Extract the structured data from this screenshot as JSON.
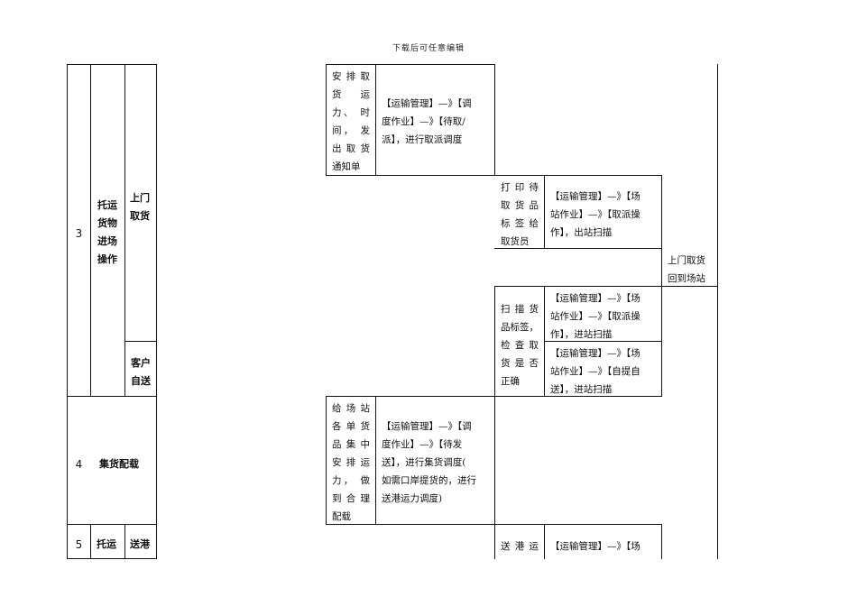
{
  "header": {
    "title": "下载后可任意编辑"
  },
  "rows": {
    "r3": {
      "num": "3",
      "category": [
        "托运",
        "货物",
        "进场",
        "操作"
      ],
      "sub1": [
        "上门",
        "取货"
      ],
      "sub2": [
        "客户",
        "自送"
      ]
    },
    "r4": {
      "num": "4",
      "category": "集货配载"
    },
    "r5": {
      "num": "5",
      "category": "托运",
      "sub": "送港"
    }
  },
  "steps": {
    "s1": {
      "action": [
        "安 排 取",
        "货 运",
        "力、 时",
        "间， 发",
        "出 取 货",
        "通知单"
      ],
      "path": [
        "【运输管理】—》【调",
        "度作业】—》【待取/",
        "派】，进行取派调度"
      ]
    },
    "s2": {
      "action": [
        "打 印 待",
        "取 货 品",
        "标 签 给",
        "取货员"
      ],
      "path": [
        "【运输管理】—》【场",
        "站作业】—》【取派操",
        "作】，出站扫描"
      ]
    },
    "s3": {
      "action": [
        "上门取货",
        "回到场站"
      ]
    },
    "s4": {
      "action": [
        "扫 描 货",
        "品标签，",
        "检 查 取",
        "货 是 否",
        "正确"
      ],
      "path_a": [
        "【运输管理】—》【场",
        "站作业】—》【取派操",
        "作】，进站扫描"
      ],
      "path_b": [
        "【运输管理】—》【场",
        "站作业】—》【自提自",
        "送】，进站扫描"
      ]
    },
    "s5": {
      "action": [
        "给 场 站",
        "各 单 货",
        "品 集 中",
        "安 排 运",
        "力， 做",
        "到 合 理",
        "配载"
      ],
      "path": [
        "【运输管理】—》【调",
        "度作业】—》【待发",
        "送】，进行集货调度(",
        "如需口岸提货的，进行",
        "送港运力调度)"
      ]
    },
    "s6": {
      "action": [
        "送 港 运"
      ],
      "path": [
        "【运输管理】—》【场"
      ]
    }
  }
}
